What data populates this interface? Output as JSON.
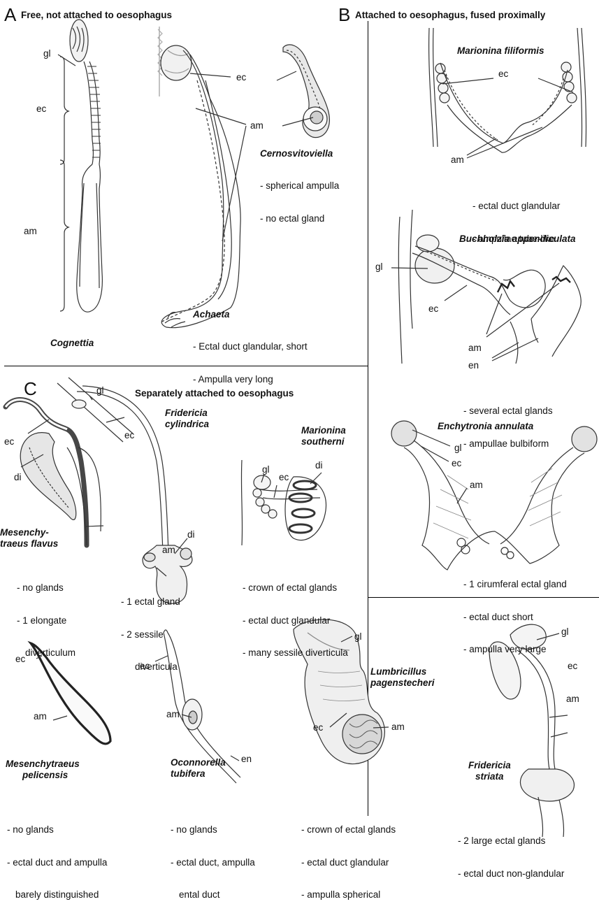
{
  "sections": {
    "A": {
      "letter": "A",
      "title": "Free, not attached to oesophagus"
    },
    "B": {
      "letter": "B",
      "title": "Attached to oesophagus, fused proximally"
    },
    "C": {
      "letter": "C",
      "title": "Separately attached to oesophagus"
    }
  },
  "labels": {
    "gl": "gl",
    "ec": "ec",
    "am": "am",
    "en": "en",
    "di": "di"
  },
  "species": {
    "cognettia": {
      "name": "Cognettia",
      "notes": []
    },
    "achaeta": {
      "name": "Achaeta",
      "notes": [
        "- Ectal duct glandular, short",
        "- Ampulla very long"
      ]
    },
    "cernosvitoviella": {
      "name": "Cernosvitoviella",
      "notes": [
        "- spherical ampulla",
        "- no ectal gland"
      ]
    },
    "marionina_filiformis": {
      "name": "Marionina filiformis",
      "notes": [
        "- ectal duct glandular",
        "- ampullae tube-like"
      ]
    },
    "buchholzia": {
      "name": "Buchholzia appendiculata",
      "notes": [
        "- several ectal glands",
        "- ampullae bulbiform"
      ]
    },
    "enchytronia": {
      "name": "Enchytronia annulata",
      "notes": [
        "- 1 cirumferal ectal gland",
        "- ectal duct short",
        "- ampulla very large"
      ]
    },
    "mesenchytraeus_flavus": {
      "name_line1": "Mesenchy-",
      "name_line2": "traeus flavus",
      "notes": [
        "- no glands",
        "- 1 elongate",
        "diverticulum"
      ]
    },
    "fridericia_cylindrica": {
      "name_line1": "Fridericia",
      "name_line2": "cylindrica",
      "notes": [
        "- 1 ectal gland",
        "- 2 sessile",
        "diverticula"
      ]
    },
    "marionina_southerni": {
      "name_line1": "Marionina",
      "name_line2": "southerni",
      "notes": [
        "- crown of ectal glands",
        "- ectal duct glandular",
        "- many sessile diverticula"
      ]
    },
    "mesenchytraeus_pelicensis": {
      "name_line1": "Mesenchytraeus",
      "name_line2": "pelicensis",
      "notes": [
        "- no glands",
        "- ectal duct and ampulla",
        "barely distinguished"
      ]
    },
    "oconnorella": {
      "name_line1": "Oconnorella",
      "name_line2": "tubifera",
      "notes": [
        "- no glands",
        "- ectal duct, ampulla",
        "ental duct"
      ]
    },
    "lumbricillus": {
      "name_line1": "Lumbricillus",
      "name_line2": "pagenstecheri",
      "notes": [
        "- crown of ectal glands",
        "- ectal duct glandular",
        "- ampulla spherical"
      ]
    },
    "fridericia_striata": {
      "name_line1": "Fridericia",
      "name_line2": "striata",
      "notes": [
        "- 2 large ectal glands",
        "- ectal duct non-glandular"
      ]
    }
  }
}
